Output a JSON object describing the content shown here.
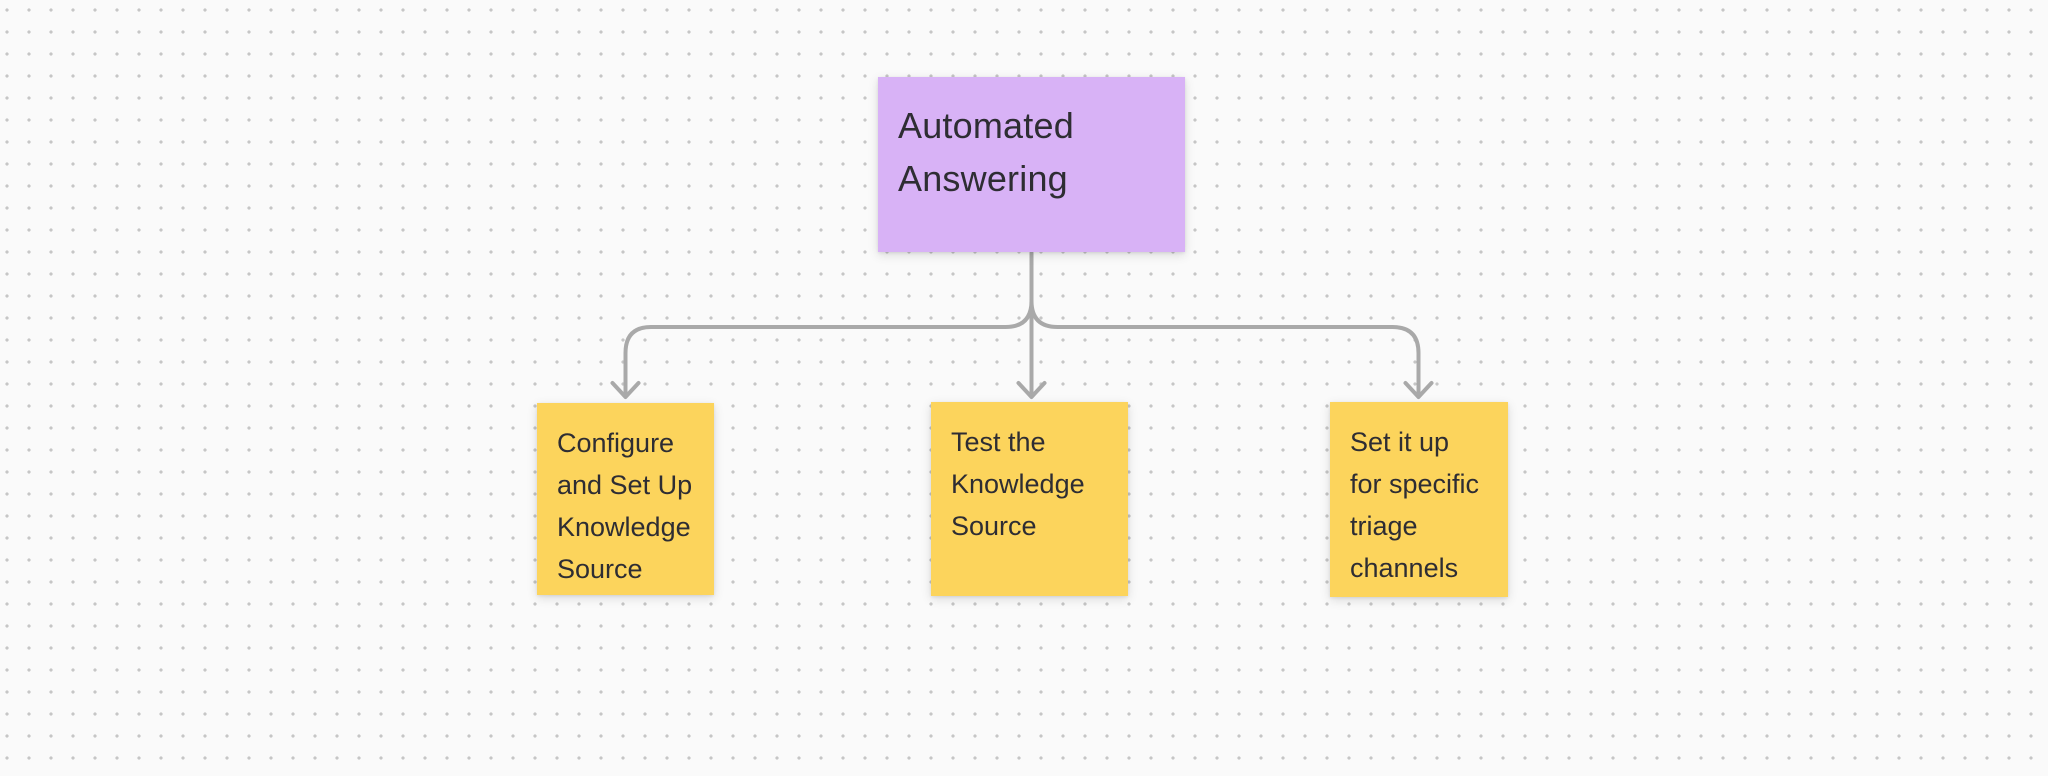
{
  "canvas": {
    "background": "#fafafa",
    "dot_color": "#c6c6c6"
  },
  "diagram": {
    "root_node": {
      "label": "Automated\nAnswering",
      "fill": "#d8b2f6",
      "text_color": "#2e2d33"
    },
    "child_nodes": [
      {
        "label": "Configure\nand Set Up\nKnowledge\nSource",
        "fill": "#fcd45c"
      },
      {
        "label": "Test the\nKnowledge\nSource",
        "fill": "#fcd45c"
      },
      {
        "label": "Set it up\nfor specific\ntriage\nchannels",
        "fill": "#fcd45c"
      }
    ],
    "connector": {
      "color": "#a9a9a9",
      "style": "elbow-tree-with-open-arrowheads"
    }
  }
}
